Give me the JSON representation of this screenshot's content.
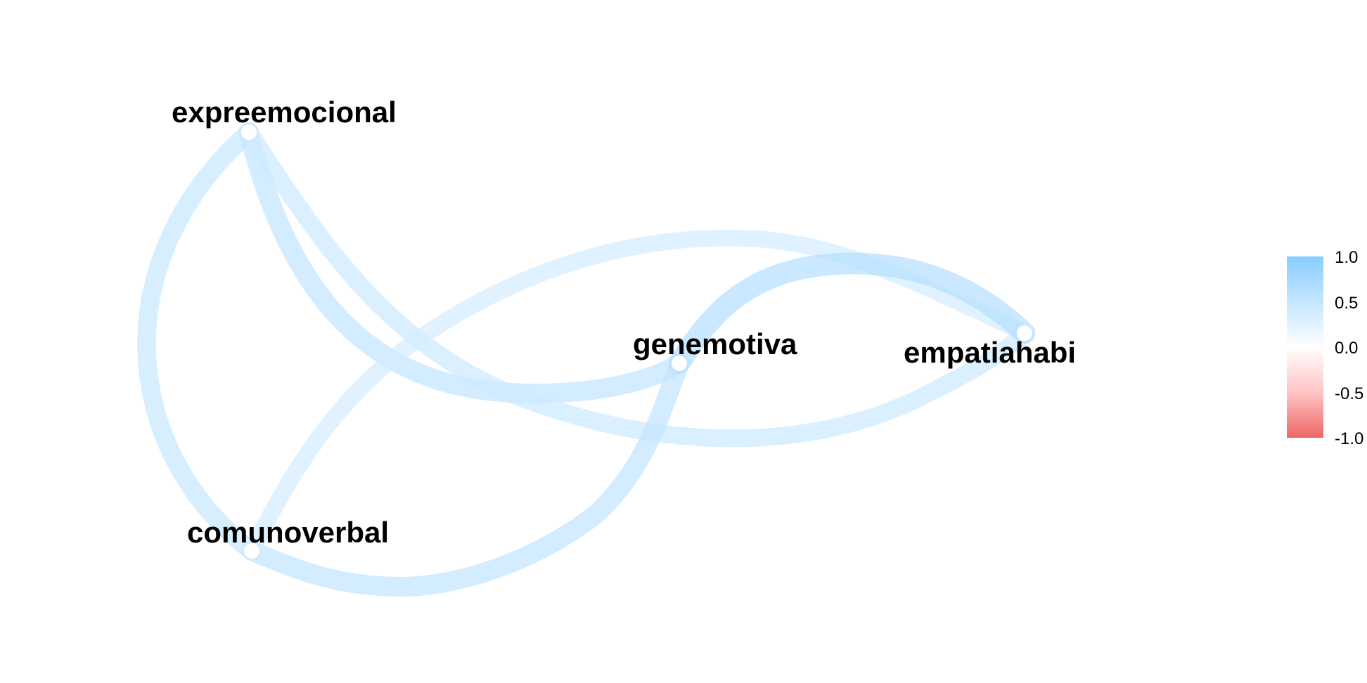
{
  "chart_data": {
    "type": "network",
    "nodes": [
      {
        "id": "expreemocional",
        "label": "expreemocional"
      },
      {
        "id": "genemotiva",
        "label": "genemotiva"
      },
      {
        "id": "empatiahabi",
        "label": "empatiahabi"
      },
      {
        "id": "comunoverbal",
        "label": "comunoverbal"
      }
    ],
    "edges": [
      {
        "from": "expreemocional",
        "to": "comunoverbal",
        "correlation": 0.45
      },
      {
        "from": "expreemocional",
        "to": "genemotiva",
        "correlation": 0.5
      },
      {
        "from": "expreemocional",
        "to": "empatiahabi",
        "correlation": 0.4
      },
      {
        "from": "comunoverbal",
        "to": "genemotiva",
        "correlation": 0.5
      },
      {
        "from": "comunoverbal",
        "to": "empatiahabi",
        "correlation": 0.35
      },
      {
        "from": "genemotiva",
        "to": "empatiahabi",
        "correlation": 0.6
      }
    ],
    "legend": {
      "ticks": [
        1.0,
        0.5,
        0.0,
        -0.5,
        -1.0
      ],
      "tick_labels": [
        "1.0",
        "0.5",
        "0.0",
        "-0.5",
        "-1.0"
      ],
      "range": [
        -1,
        1
      ],
      "position": "right",
      "colors": {
        "high": "#88ccff",
        "mid": "#ffffff",
        "low": "#ee6666"
      }
    }
  }
}
